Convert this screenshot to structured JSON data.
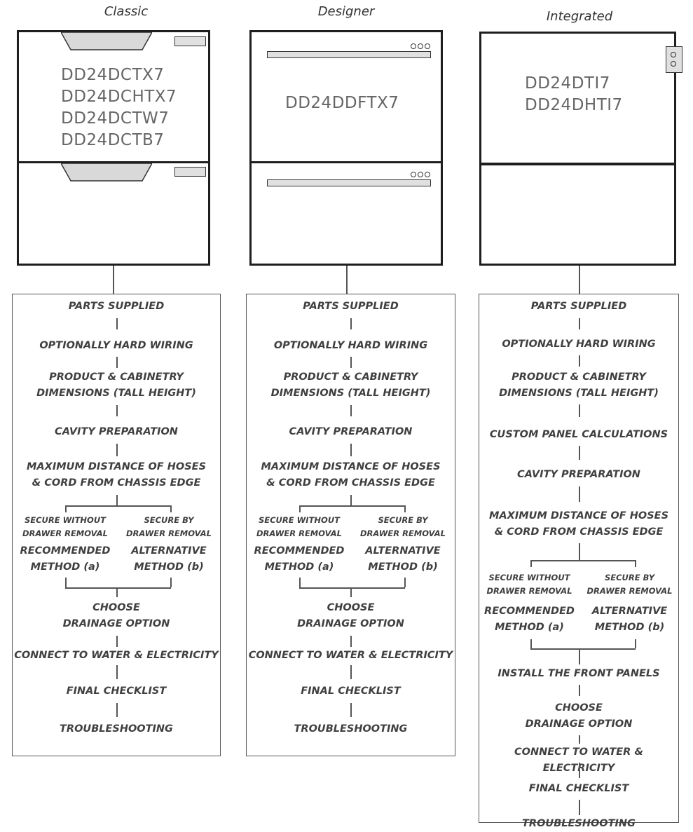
{
  "columns": [
    {
      "title": "Classic",
      "models": [
        "DD24DCTX7",
        "DD24DCHTX7",
        "DD24DCTW7",
        "DD24DCTB7"
      ],
      "steps_top": [
        "PARTS SUPPLIED",
        "OPTIONALLY HARD WIRING",
        "PRODUCT & CABINETRY\nDIMENSIONS (TALL HEIGHT)",
        "CAVITY PREPARATION",
        "MAXIMUM DISTANCE OF HOSES\n& CORD FROM CHASSIS EDGE"
      ],
      "option_a": "SECURE WITHOUT\nDRAWER REMOVAL",
      "option_b": "SECURE BY\nDRAWER REMOVAL",
      "method_a": "RECOMMENDED\nMETHOD (a)",
      "method_b": "ALTERNATIVE\nMETHOD (b)",
      "steps_bottom": [
        "CHOOSE\nDRAINAGE OPTION",
        "CONNECT TO WATER & ELECTRICITY",
        "FINAL CHECKLIST",
        "TROUBLESHOOTING"
      ]
    },
    {
      "title": "Designer",
      "models": [
        "DD24DDFTX7"
      ],
      "steps_top": [
        "PARTS SUPPLIED",
        "OPTIONALLY HARD WIRING",
        "PRODUCT & CABINETRY\nDIMENSIONS (TALL HEIGHT)",
        "CAVITY PREPARATION",
        "MAXIMUM DISTANCE OF HOSES\n& CORD FROM CHASSIS EDGE"
      ],
      "option_a": "SECURE WITHOUT\nDRAWER REMOVAL",
      "option_b": "SECURE BY\nDRAWER REMOVAL",
      "method_a": "RECOMMENDED\nMETHOD (a)",
      "method_b": "ALTERNATIVE\nMETHOD (b)",
      "steps_bottom": [
        "CHOOSE\nDRAINAGE OPTION",
        "CONNECT TO WATER & ELECTRICITY",
        "FINAL CHECKLIST",
        "TROUBLESHOOTING"
      ]
    },
    {
      "title": "Integrated",
      "models": [
        "DD24DTI7",
        "DD24DHTI7"
      ],
      "steps_top": [
        "PARTS SUPPLIED",
        "OPTIONALLY HARD WIRING",
        "PRODUCT & CABINETRY\nDIMENSIONS (TALL HEIGHT)",
        "CUSTOM PANEL CALCULATIONS",
        "CAVITY PREPARATION",
        "MAXIMUM DISTANCE OF HOSES\n& CORD FROM CHASSIS EDGE"
      ],
      "option_a": "SECURE WITHOUT\nDRAWER REMOVAL",
      "option_b": "SECURE BY\nDRAWER REMOVAL",
      "method_a": "RECOMMENDED\nMETHOD (a)",
      "method_b": "ALTERNATIVE\nMETHOD (b)",
      "steps_bottom": [
        "INSTALL THE FRONT PANELS",
        "CHOOSE\nDRAINAGE OPTION",
        "CONNECT TO WATER & ELECTRICITY",
        "FINAL CHECKLIST",
        "TROUBLESHOOTING"
      ]
    }
  ]
}
